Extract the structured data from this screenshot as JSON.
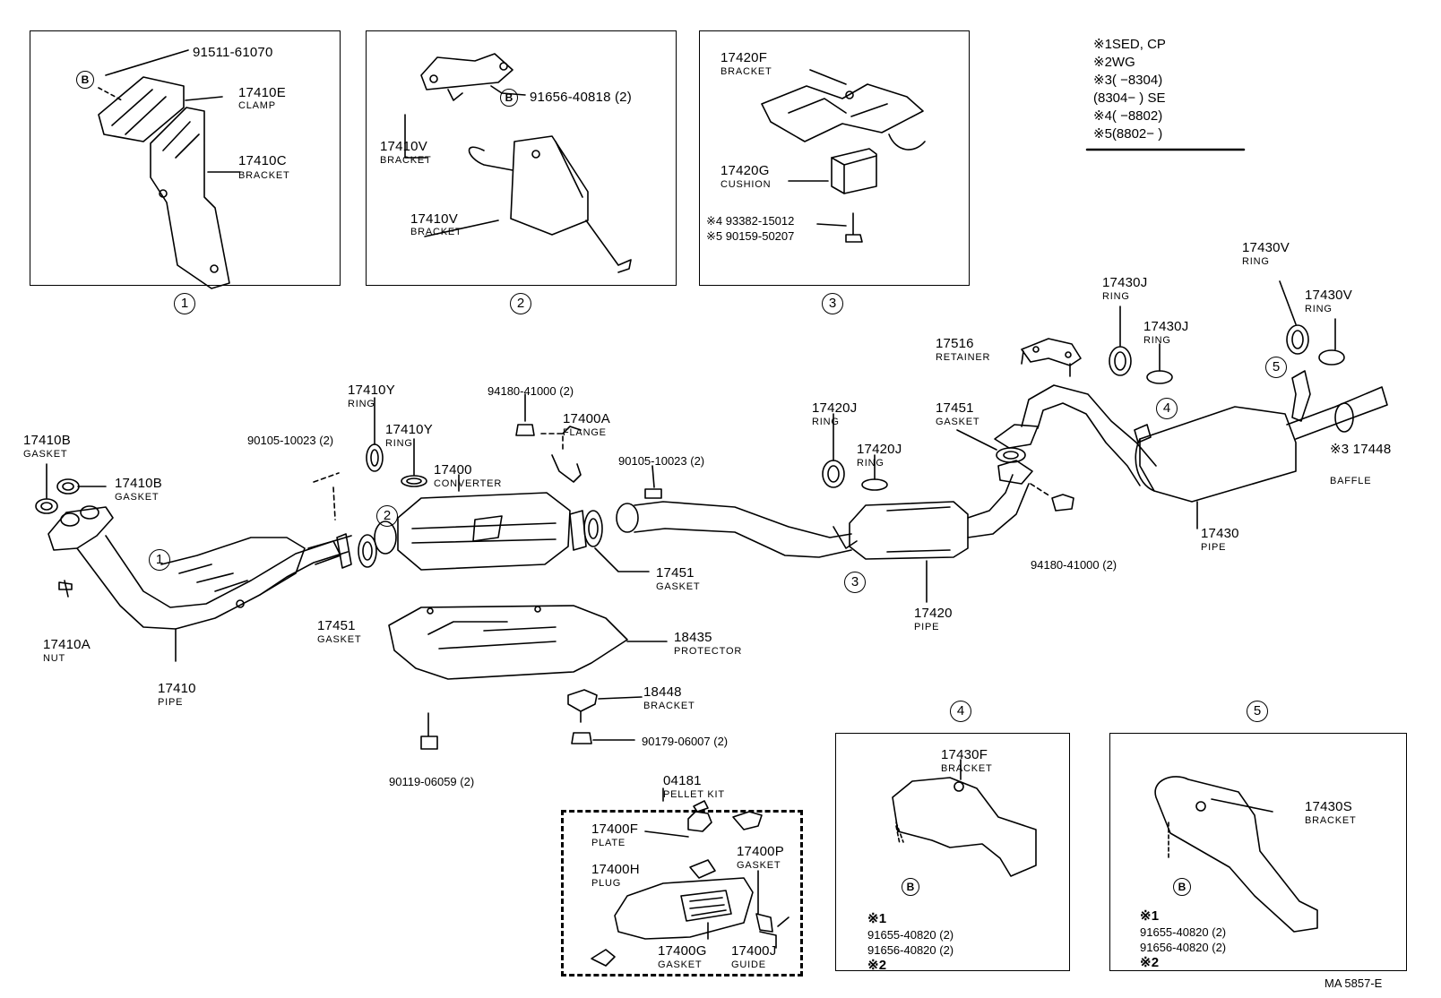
{
  "legend": {
    "rows": [
      "※1SED, CP",
      "※2WG",
      "※3(       −8304)",
      "   (8304−        ) SE",
      "※4(       −8802)",
      "※5(8802−         )"
    ]
  },
  "panel1": {
    "ref": "1",
    "b_marker": "B",
    "p1": {
      "num": "91511-61070"
    },
    "p2": {
      "num": "17410E",
      "name": "CLAMP"
    },
    "p3": {
      "num": "17410C",
      "name": "BRACKET"
    }
  },
  "panel2": {
    "ref": "2",
    "b_marker": "B",
    "p1": {
      "num": "91656-40818 (2)"
    },
    "p2": {
      "num": "17410V",
      "name": "BRACKET"
    },
    "p3": {
      "num": "17410V",
      "name": "BRACKET"
    }
  },
  "panel3": {
    "ref": "3",
    "p1": {
      "num": "17420F",
      "name": "BRACKET"
    },
    "p2": {
      "num": "17420G",
      "name": "CUSHION"
    },
    "p3": {
      "num": "※4 93382-15012"
    },
    "p4": {
      "num": "※5 90159-50207"
    }
  },
  "panel4": {
    "ref": "4",
    "b_marker": "B",
    "bracket": {
      "num": "17430F",
      "name": "BRACKET"
    },
    "n1": "※1",
    "b1": "91655-40820 (2)",
    "b2": "91656-40820 (2)",
    "n2": "※2"
  },
  "panel5": {
    "ref": "5",
    "b_marker": "B",
    "bracket": {
      "num": "17430S",
      "name": "BRACKET"
    },
    "n1": "※1",
    "b1": "91655-40820 (2)",
    "b2": "91656-40820 (2)",
    "n2": "※2"
  },
  "parts": {
    "g17410b_a": {
      "num": "17410B",
      "name": "GASKET"
    },
    "g17410b_b": {
      "num": "17410B",
      "name": "GASKET"
    },
    "nut17410a": {
      "num": "17410A",
      "name": "NUT"
    },
    "pipe17410": {
      "num": "17410",
      "name": "PIPE"
    },
    "bolt90105a": {
      "num": "90105-10023 (2)"
    },
    "ring17410y_a": {
      "num": "17410Y",
      "name": "RING"
    },
    "ring17410y_b": {
      "num": "17410Y",
      "name": "RING"
    },
    "gasket17451_a": {
      "num": "17451",
      "name": "GASKET"
    },
    "converter17400": {
      "num": "17400",
      "name": "CONVERTER"
    },
    "nut94180a": {
      "num": "94180-41000 (2)"
    },
    "flange17400a": {
      "num": "17400A",
      "name": "FLANGE"
    },
    "bolt90105b": {
      "num": "90105-10023 (2)"
    },
    "gasket17451_b": {
      "num": "17451",
      "name": "GASKET"
    },
    "protector18435": {
      "num": "18435",
      "name": "PROTECTOR"
    },
    "bracket18448": {
      "num": "18448",
      "name": "BRACKET"
    },
    "nut90179": {
      "num": "90179-06007 (2)"
    },
    "bolt90119": {
      "num": "90119-06059 (2)"
    },
    "ring17420j_a": {
      "num": "17420J",
      "name": "RING"
    },
    "ring17420j_b": {
      "num": "17420J",
      "name": "RING"
    },
    "pipe17420": {
      "num": "17420",
      "name": "PIPE"
    },
    "retainer17516": {
      "num": "17516",
      "name": "RETAINER"
    },
    "gasket17451_c": {
      "num": "17451",
      "name": "GASKET"
    },
    "nut94180b": {
      "num": "94180-41000 (2)"
    },
    "ring17430j_a": {
      "num": "17430J",
      "name": "RING"
    },
    "ring17430j_b": {
      "num": "17430J",
      "name": "RING"
    },
    "ring17430v_a": {
      "num": "17430V",
      "name": "RING"
    },
    "ring17430v_b": {
      "num": "17430V",
      "name": "RING"
    },
    "pipe17430": {
      "num": "17430",
      "name": "PIPE"
    },
    "baffle17448": {
      "num": "※3 17448",
      "name": "BAFFLE"
    }
  },
  "pellet_kit": {
    "kit": {
      "num": "04181",
      "name": "PELLET KIT"
    },
    "plate": {
      "num": "17400F",
      "name": "PLATE"
    },
    "gasket_p": {
      "num": "17400P",
      "name": "GASKET"
    },
    "plug": {
      "num": "17400H",
      "name": "PLUG"
    },
    "gasket_g": {
      "num": "17400G",
      "name": "GASKET"
    },
    "guide": {
      "num": "17400J",
      "name": "GUIDE"
    }
  },
  "callouts": {
    "c1": "1",
    "c2": "2",
    "c3": "3",
    "c4": "4",
    "c5": "5"
  },
  "footer": {
    "code": "MA  5857-E"
  }
}
